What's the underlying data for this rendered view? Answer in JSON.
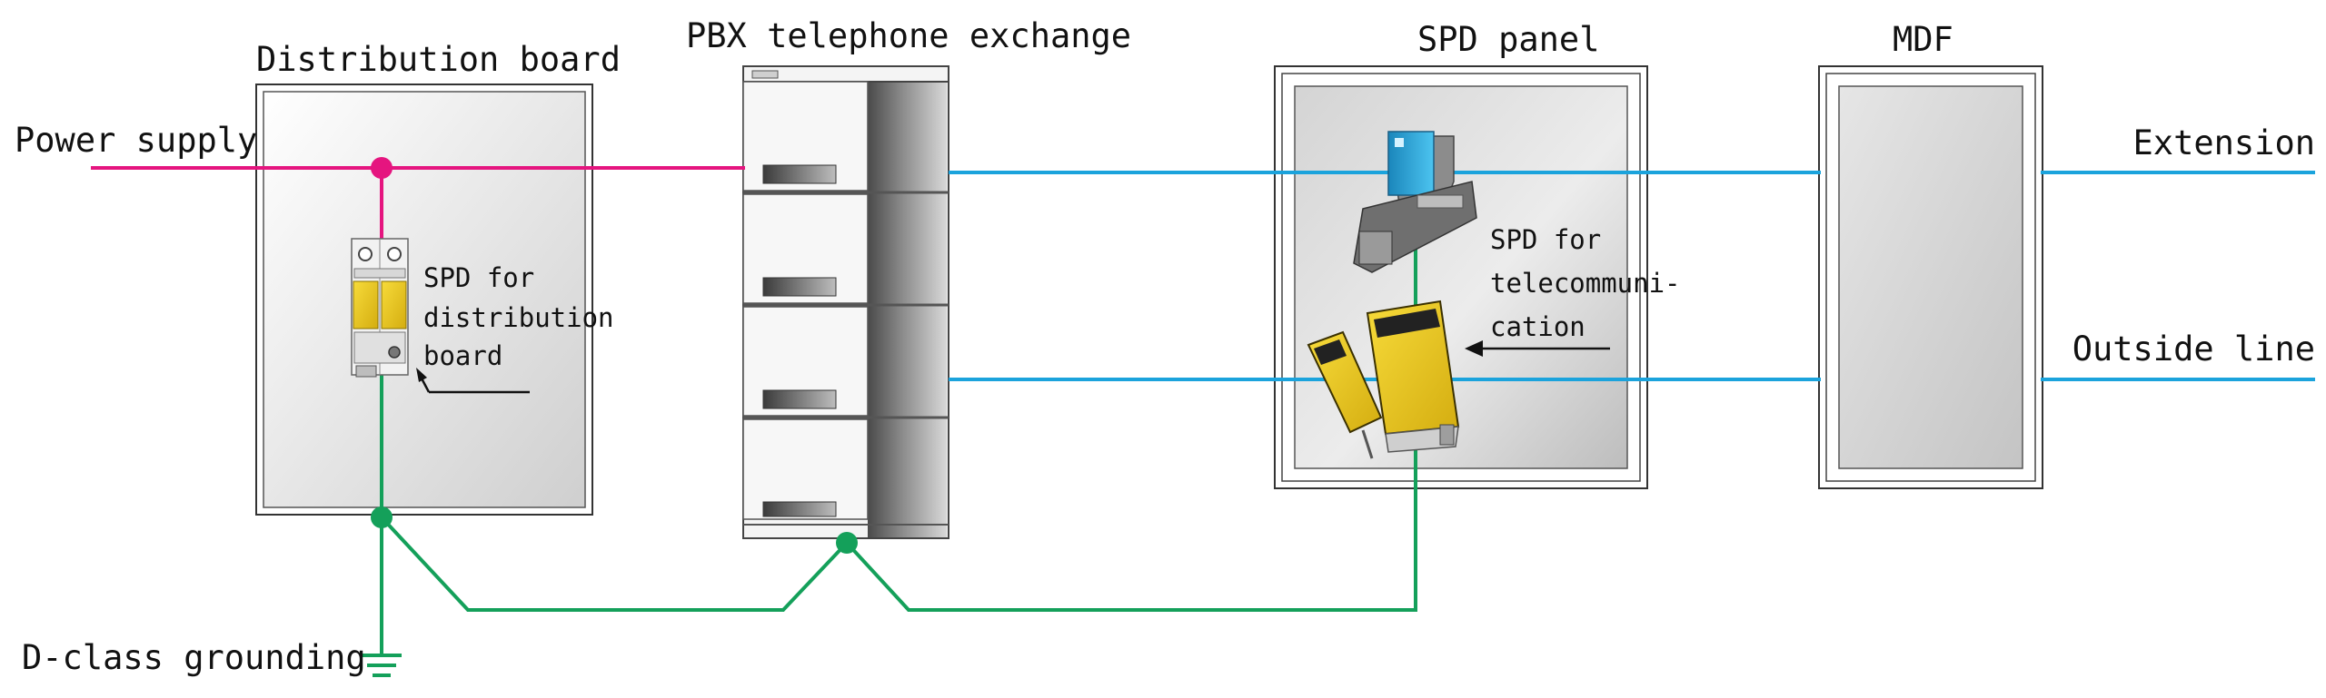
{
  "labels": {
    "distribution_board": "Distribution board",
    "pbx": "PBX telephone exchange",
    "spd_panel": "SPD panel",
    "mdf": "MDF",
    "power_supply": "Power supply",
    "extension": "Extension",
    "outside_line": "Outside line",
    "grounding": "D-class grounding",
    "spd_distribution": [
      "SPD for",
      "distribution",
      "board"
    ],
    "spd_telecom": [
      "SPD for",
      "telecommuni-",
      "cation"
    ]
  },
  "colors": {
    "power_line": "#e5157f",
    "telecom_line": "#1ba3dc",
    "ground_line": "#14a05a",
    "spd_yellow": "#f2cf1e",
    "spd_blue": "#2aa9e0"
  }
}
